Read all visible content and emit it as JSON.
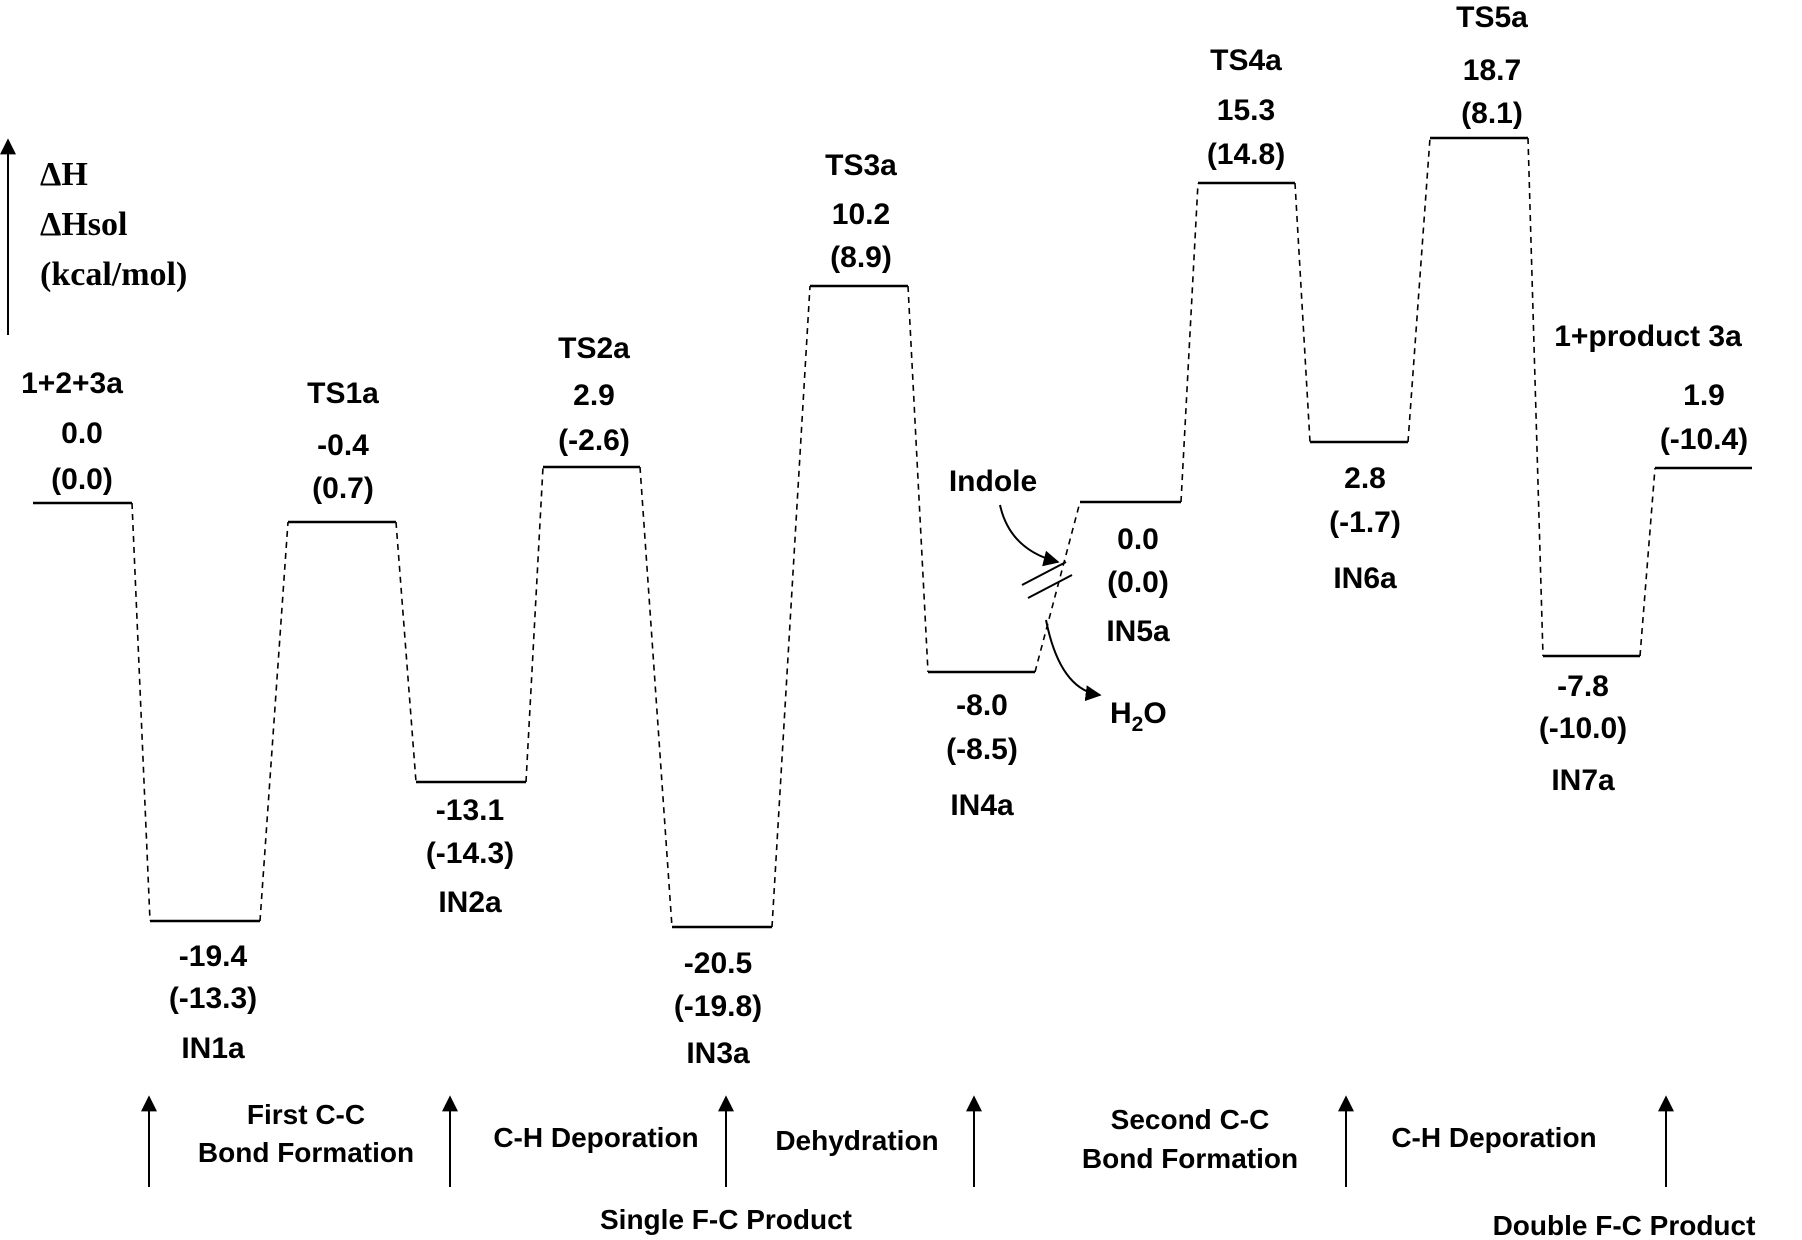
{
  "axis": {
    "line1": "ΔH",
    "line2": "ΔHsol",
    "line3": "(kcal/mol)"
  },
  "species": [
    {
      "name": "1+2+3a",
      "dH": "0.0",
      "dHsol": "(0.0)"
    },
    {
      "name": "IN1a",
      "dH": "-19.4",
      "dHsol": "(-13.3)"
    },
    {
      "name": "TS1a",
      "dH": "-0.4",
      "dHsol": "(0.7)"
    },
    {
      "name": "IN2a",
      "dH": "-13.1",
      "dHsol": "(-14.3)"
    },
    {
      "name": "TS2a",
      "dH": "2.9",
      "dHsol": "(-2.6)"
    },
    {
      "name": "IN3a",
      "dH": "-20.5",
      "dHsol": "(-19.8)"
    },
    {
      "name": "TS3a",
      "dH": "10.2",
      "dHsol": "(8.9)"
    },
    {
      "name": "IN4a",
      "dH": "-8.0",
      "dHsol": "(-8.5)"
    },
    {
      "name": "IN5a",
      "dH": "0.0",
      "dHsol": "(0.0)"
    },
    {
      "name": "TS4a",
      "dH": "15.3",
      "dHsol": "(14.8)"
    },
    {
      "name": "IN6a",
      "dH": "2.8",
      "dHsol": "(-1.7)"
    },
    {
      "name": "TS5a",
      "dH": "18.7",
      "dHsol": "(8.1)"
    },
    {
      "name": "IN7a",
      "dH": "-7.8",
      "dHsol": "(-10.0)"
    },
    {
      "name": "1+product 3a",
      "dH": "1.9",
      "dHsol": "(-10.4)"
    }
  ],
  "annotations": {
    "indole": "Indole",
    "water_h": "H",
    "water_sub": "2",
    "water_o": "O"
  },
  "stages": {
    "s1_line1": "First C-C",
    "s1_line2": "Bond Formation",
    "s2": "C-H Deporation",
    "s3": "Dehydration",
    "s4_line1": "Second C-C",
    "s4_line2": "Bond Formation",
    "s5": "C-H Deporation",
    "single": "Single F-C Product",
    "double": "Double F-C Product"
  }
}
